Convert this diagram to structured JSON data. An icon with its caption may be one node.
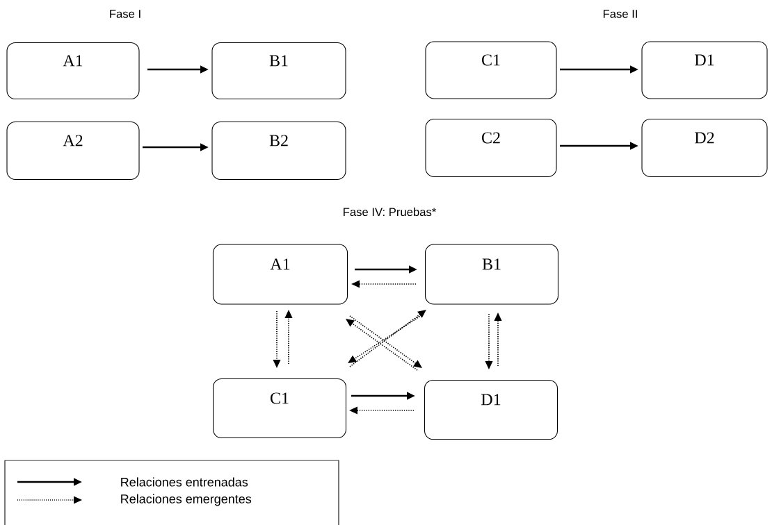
{
  "diagram": {
    "nodes": [
      {
        "text": [
          "A1"
        ]
      },
      {
        "text": [
          "B1"
        ]
      },
      {
        "text": [
          "A2"
        ]
      },
      {
        "text": [
          "B2"
        ]
      },
      {
        "text": [
          "C1"
        ]
      },
      {
        "text": [
          "D1"
        ]
      },
      {
        "text": [
          "C2"
        ]
      },
      {
        "text": [
          "D2"
        ]
      },
      {
        "text": [
          "A1"
        ]
      },
      {
        "text": [
          "B1"
        ]
      },
      {
        "text": [
          "C1"
        ]
      },
      {
        "text": [
          "D1"
        ]
      }
    ],
    "edges": [
      {
        "from": 0,
        "to": 1,
        "arrow": "to"
      },
      {
        "from": 2,
        "to": 3,
        "arrow": "to"
      },
      {
        "from": 4,
        "to": 5,
        "arrow": "to"
      },
      {
        "from": 6,
        "to": 7,
        "arrow": "to"
      },
      {
        "from": 8,
        "to": 9,
        "arrow": "to"
      },
      {
        "from": 9,
        "to": 8,
        "arrow": "to",
        "style": "dashed"
      },
      {
        "from": 8,
        "to": 10,
        "arrow": "to",
        "style": "dashed"
      },
      {
        "from": 10,
        "to": 8,
        "arrow": "to",
        "style": "dashed"
      },
      {
        "from": 9,
        "to": 11,
        "arrow": "to",
        "style": "dashed"
      },
      {
        "from": 11,
        "to": 9,
        "arrow": "to",
        "style": "dashed"
      },
      {
        "from": 8,
        "to": 11,
        "arrow": "to",
        "style": "dashed"
      },
      {
        "from": 11,
        "to": 8,
        "arrow": "to",
        "style": "dashed"
      },
      {
        "from": 9,
        "to": 10,
        "arrow": "to",
        "style": "dashed"
      },
      {
        "from": 10,
        "to": 9,
        "arrow": "to",
        "style": "dashed"
      },
      {
        "from": 10,
        "to": 11,
        "arrow": "to"
      },
      {
        "from": 11,
        "to": 10,
        "arrow": "to",
        "style": "dashed"
      }
    ],
    "labels": [
      "Fase I",
      "Fase II",
      "Fase IV: Pruebas*"
    ],
    "legend": [
      {
        "text": "Relaciones entrenadas"
      },
      {
        "text": "Relaciones emergentes"
      }
    ]
  }
}
